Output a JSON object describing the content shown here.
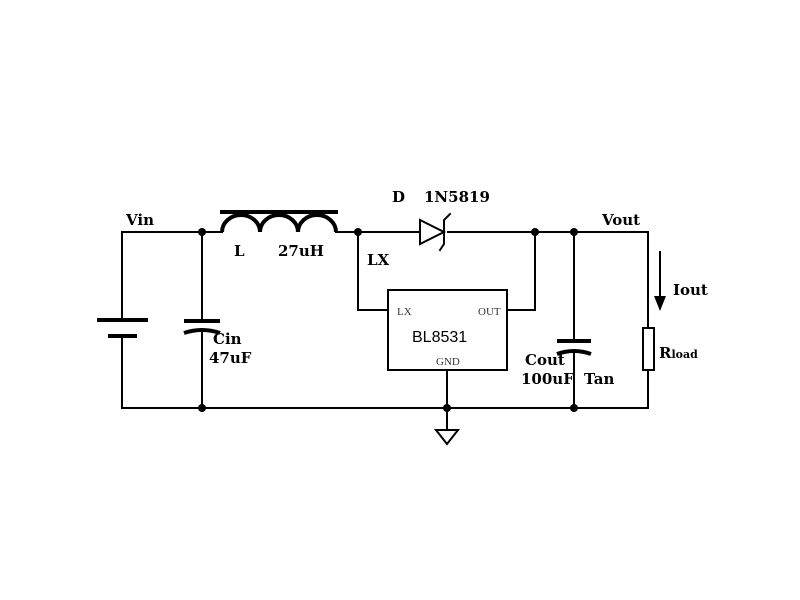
{
  "labels": {
    "vin": "Vin",
    "vout": "Vout",
    "inductor_ref": "L",
    "inductor_value": "27uH",
    "lx_node": "LX",
    "diode_ref": "D",
    "diode_part": "1N5819",
    "cin_ref": "Cin",
    "cin_value": "47uF",
    "cout_ref": "Cout",
    "cout_value": "100uF",
    "cout_type": "Tan",
    "iout": "Iout",
    "rload_main": "R",
    "rload_sub": "load"
  },
  "ic": {
    "name": "BL8531",
    "pin_lx": "LX",
    "pin_out": "OUT",
    "pin_gnd": "GND"
  }
}
